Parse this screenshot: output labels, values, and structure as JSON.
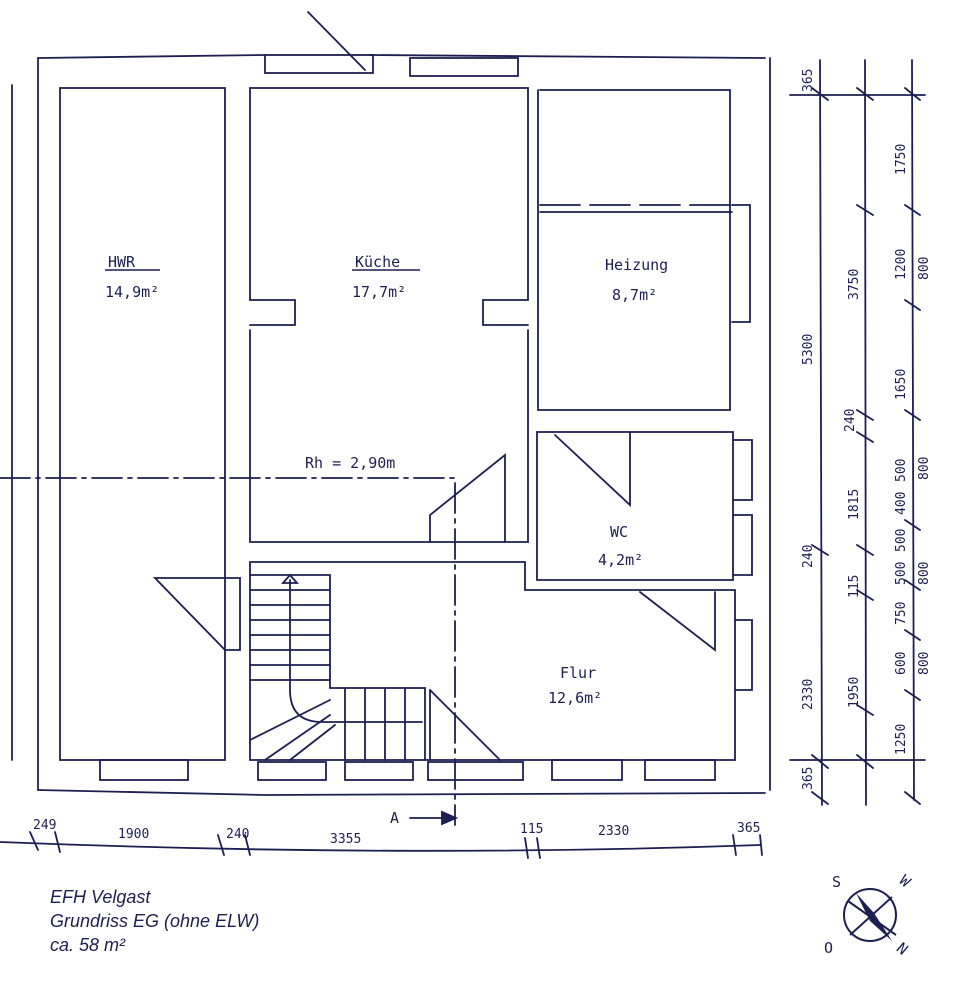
{
  "rooms": [
    {
      "name": "HWR",
      "area": "14,9m²"
    },
    {
      "name": "Küche",
      "area": "17,7m²"
    },
    {
      "name": "Heizung",
      "area": "8,7m²"
    },
    {
      "name": "WC",
      "area": "4,2m²"
    },
    {
      "name": "Flur",
      "area": "12,6m²"
    }
  ],
  "room_height": "Rh = 2,90m",
  "section_marker": "A",
  "dimensions": {
    "bottom": [
      "249",
      "1900",
      "240",
      "3355",
      "115",
      "2330",
      "365"
    ],
    "right_inner": [
      "365",
      "5300",
      "2330",
      "365"
    ],
    "right_mid": [
      "3750",
      "240",
      "1815",
      "240",
      "115",
      "1950",
      "1250"
    ],
    "right_outer": [
      "1750",
      "1200",
      "800",
      "1650",
      "500",
      "400",
      "500",
      "800",
      "500",
      "800",
      "750",
      "600",
      "800"
    ]
  },
  "compass": {
    "north": "N",
    "south": "S",
    "east": "O",
    "west": "W"
  },
  "caption": {
    "line1": "EFH Velgast",
    "line2": "Grundriss EG (ohne ELW)",
    "line3": "ca. 58 m²"
  }
}
